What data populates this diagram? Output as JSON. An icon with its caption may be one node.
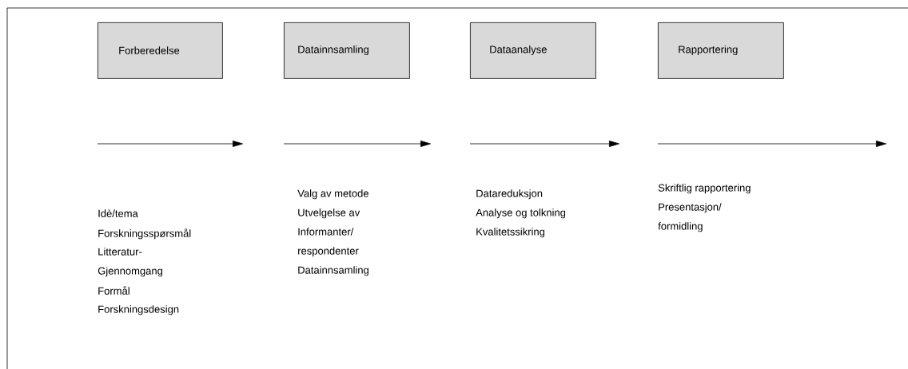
{
  "diagram": {
    "nodes": [
      {
        "text": [
          "Forberedelse"
        ],
        "beside": [
          "Idè/tema",
          "Forskningsspørsmål",
          "Litteratur-",
          "Gjennomgang",
          "Formål",
          "Forskningsdesign"
        ]
      },
      {
        "text": [
          "Datainnsamling"
        ],
        "beside": [
          "Valg av metode",
          "Utvelgelse av",
          "Informanter/",
          "respondenter",
          "Datainnsamling"
        ]
      },
      {
        "text": [
          "Dataanalyse"
        ],
        "beside": [
          "Datareduksjon",
          "Analyse og tolkning",
          "Kvalitetssikring"
        ]
      },
      {
        "text": [
          "Rapportering"
        ],
        "beside": [
          "Skriftlig rapportering",
          "Presentasjon/",
          "formidling"
        ]
      }
    ]
  }
}
